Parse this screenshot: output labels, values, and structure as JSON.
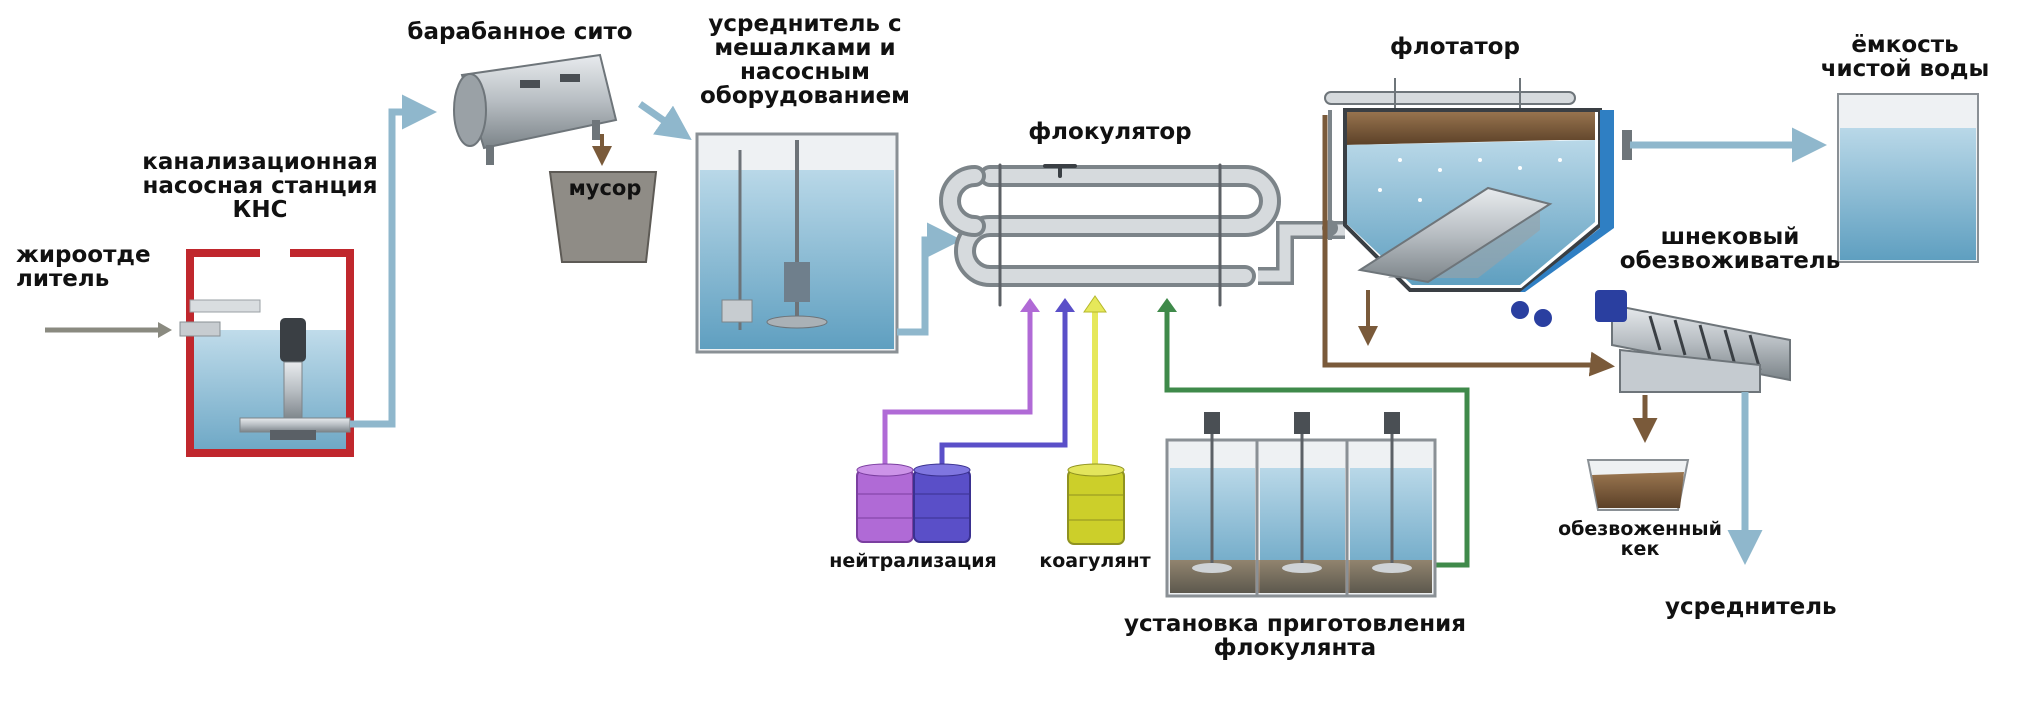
{
  "diagram": {
    "labels": {
      "grease_trap": "жироотде\nлитель",
      "pump_station": "канализационная\nнасосная станция\nКНС",
      "drum_screen": "барабанное сито",
      "waste": "мусор",
      "equalizer_tank": "усреднитель с\nмешалками и\nнасосным\nоборудованием",
      "flocculator": "флокулятор",
      "flotator": "флотатор",
      "clean_water_tank": "ёмкость\nчистой воды",
      "screw_dewaterer": "шнековый\nобезвоживатель",
      "dewatered_cake": "обезвоженный\nкек",
      "to_equalizer": "усреднитель",
      "neutralization": "нейтрализация",
      "coagulant": "коагулянт",
      "flocculant_unit": "установка приготовления\nфлокулянта"
    },
    "colors": {
      "water": "#7fb6d3",
      "water_light": "#b9d8e8",
      "pipe": "#c5cbd0",
      "pipe_flow": "#8fb7cc",
      "kns_frame": "#c0272d",
      "sludge": "#7a5a3a",
      "neutralization_1": "#b06ad6",
      "neutralization_2": "#5a4fc8",
      "coagulant": "#cccf2a",
      "flocculant_line": "#3f8a4a"
    }
  }
}
